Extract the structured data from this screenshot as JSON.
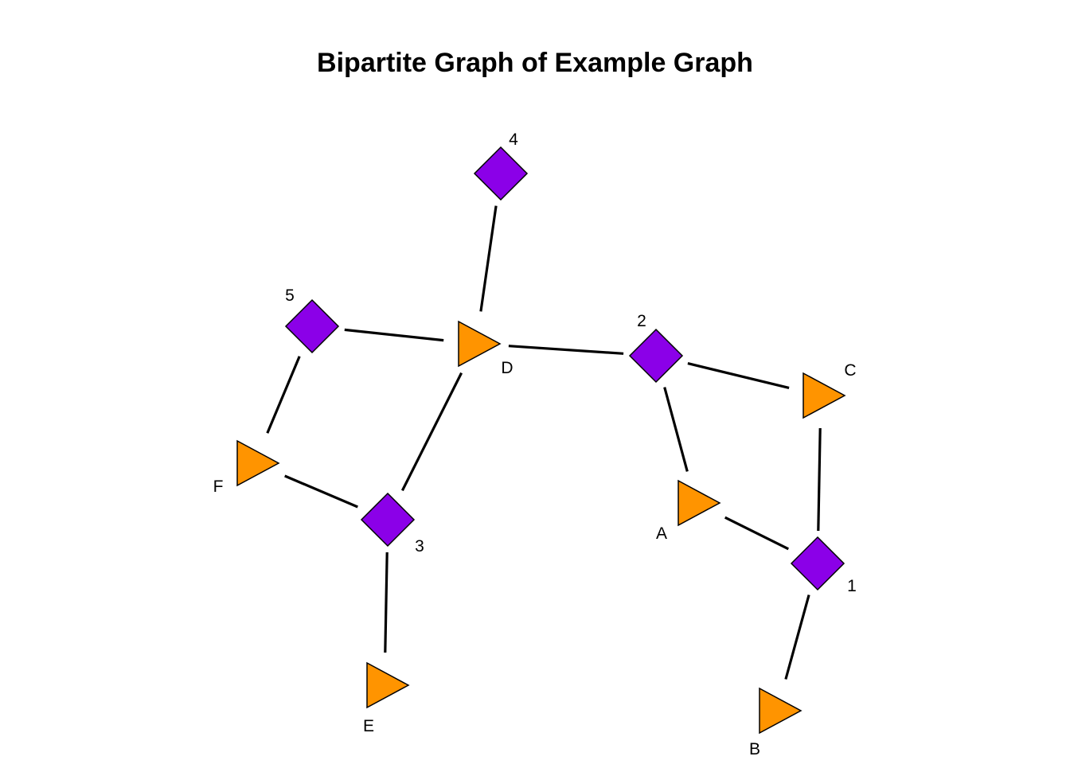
{
  "title": "Bipartite Graph of Example Graph",
  "colors": {
    "diamond_fill": "#8b00e8",
    "triangle_fill": "#ff9400",
    "edge": "#000000"
  },
  "node_types": {
    "diamond": "diamond-icon",
    "triangle": "triangle-right-icon"
  },
  "nodes": [
    {
      "id": "1",
      "label": "1",
      "shape": "diamond"
    },
    {
      "id": "2",
      "label": "2",
      "shape": "diamond"
    },
    {
      "id": "3",
      "label": "3",
      "shape": "diamond"
    },
    {
      "id": "4",
      "label": "4",
      "shape": "diamond"
    },
    {
      "id": "5",
      "label": "5",
      "shape": "diamond"
    },
    {
      "id": "A",
      "label": "A",
      "shape": "triangle"
    },
    {
      "id": "B",
      "label": "B",
      "shape": "triangle"
    },
    {
      "id": "C",
      "label": "C",
      "shape": "triangle"
    },
    {
      "id": "D",
      "label": "D",
      "shape": "triangle"
    },
    {
      "id": "E",
      "label": "E",
      "shape": "triangle"
    },
    {
      "id": "F",
      "label": "F",
      "shape": "triangle"
    }
  ],
  "edges": [
    {
      "source": "4",
      "target": "D"
    },
    {
      "source": "5",
      "target": "D"
    },
    {
      "source": "D",
      "target": "2"
    },
    {
      "source": "D",
      "target": "3"
    },
    {
      "source": "5",
      "target": "F"
    },
    {
      "source": "F",
      "target": "3"
    },
    {
      "source": "3",
      "target": "E"
    },
    {
      "source": "2",
      "target": "C"
    },
    {
      "source": "2",
      "target": "A"
    },
    {
      "source": "C",
      "target": "1"
    },
    {
      "source": "A",
      "target": "1"
    },
    {
      "source": "1",
      "target": "B"
    }
  ]
}
